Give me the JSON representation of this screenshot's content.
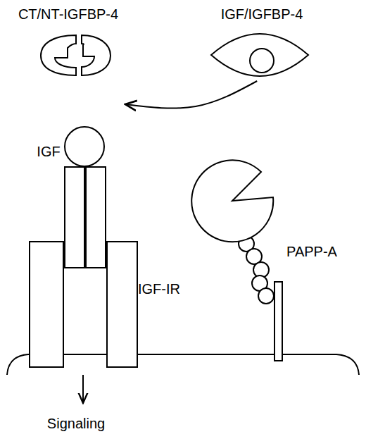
{
  "diagram": {
    "nodes": [
      {
        "text": [
          "CT/NT-IGFBP-4"
        ]
      },
      {
        "text": [
          "IGF/IGFBP-4"
        ]
      },
      {
        "text": [
          "IGF"
        ]
      },
      {
        "text": [
          "IGF-IR"
        ]
      },
      {
        "text": [
          "PAPP-A"
        ]
      }
    ],
    "edges": [
      {
        "from": 1,
        "to": 0,
        "arrow": "to"
      }
    ],
    "labels": [
      "Signaling"
    ]
  }
}
